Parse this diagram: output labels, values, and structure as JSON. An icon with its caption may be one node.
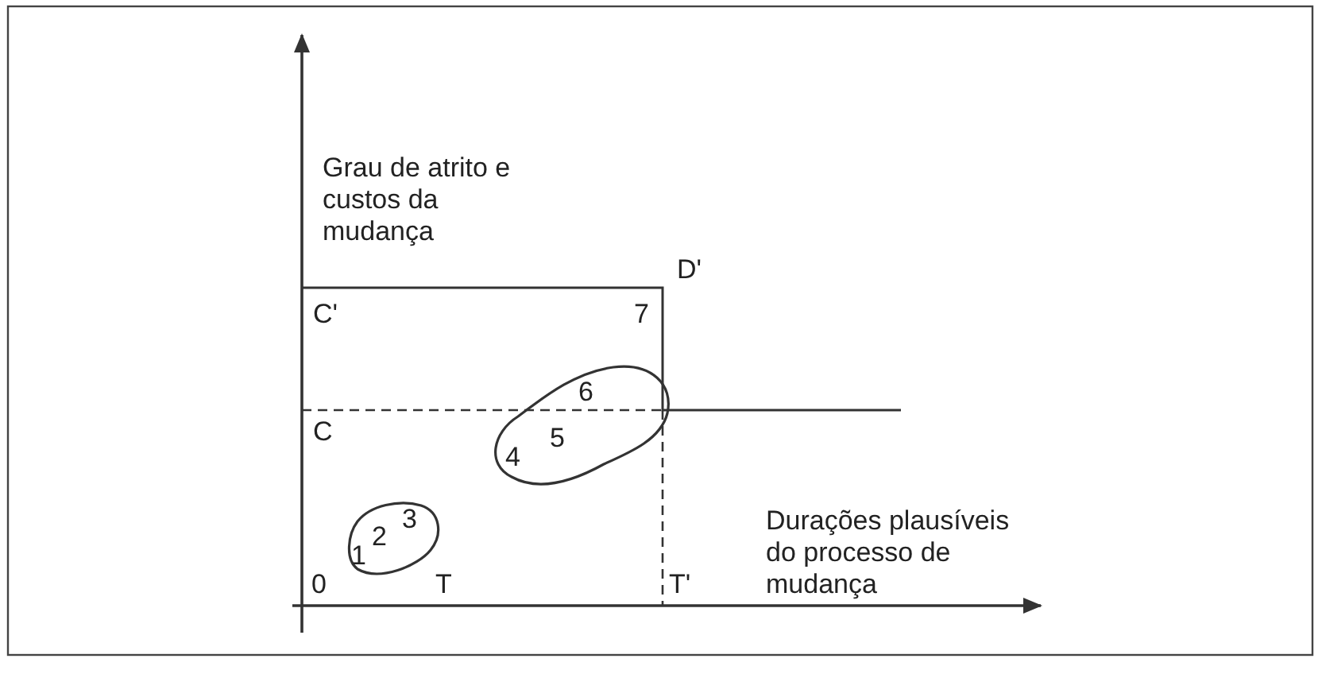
{
  "diagram": {
    "nodes": [
      {
        "text": [
          "4",
          "5",
          "6"
        ]
      },
      {
        "text": [
          "1",
          "2",
          "3"
        ]
      }
    ],
    "labels": [
      "Grau de atrito e custos da mudança",
      "C'",
      "D'",
      "7",
      "C",
      "Durações plausíveis do processo de mudança",
      "0",
      "T",
      "T'"
    ]
  }
}
